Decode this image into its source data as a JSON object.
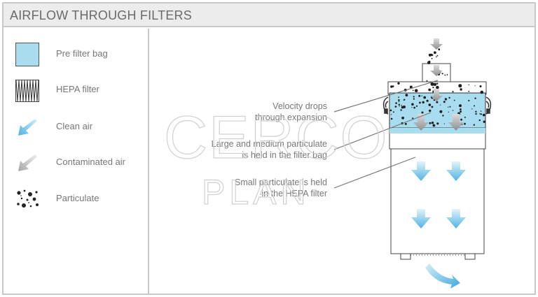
{
  "title": "AIRFLOW THROUGH FILTERS",
  "legend": [
    {
      "label": "Pre filter bag",
      "icon": "pre-filter-bag-swatch"
    },
    {
      "label": "HEPA filter",
      "icon": "hepa-filter-swatch"
    },
    {
      "label": "Clean air",
      "icon": "clean-air-arrow-icon"
    },
    {
      "label": "Contaminated air",
      "icon": "contaminated-air-arrow-icon"
    },
    {
      "label": "Particulate",
      "icon": "particulate-icon"
    }
  ],
  "callouts": {
    "velocity": [
      "Velocity drops",
      "through expansion"
    ],
    "large": [
      "Large and medium particulate",
      "is held in the filter bag"
    ],
    "small": [
      "Small particulate is held",
      "in the HEPA filter"
    ]
  },
  "watermark": {
    "line1": "CERCO",
    "line2": "PLAN"
  },
  "colors": {
    "pre_filter": "#a8dcef",
    "clean_air": "#5bbde6",
    "contaminated_air": "#b8b8b8",
    "border": "#c8c8c8",
    "title_bg": "#ececec"
  }
}
